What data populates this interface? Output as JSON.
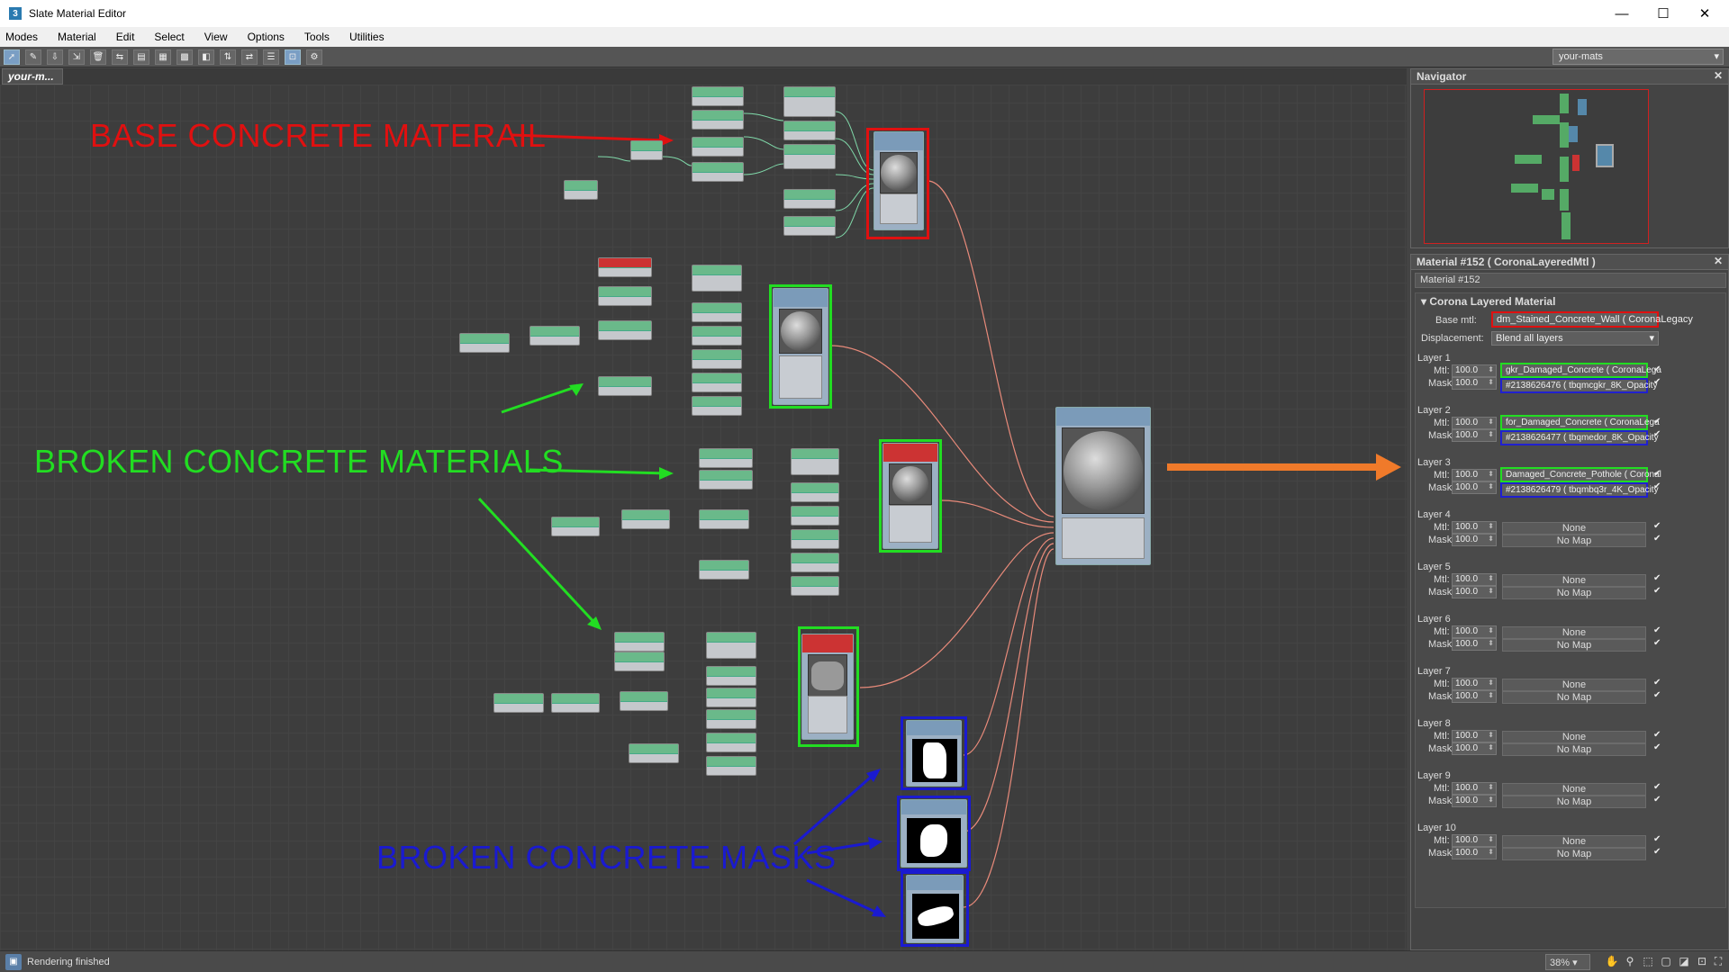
{
  "window": {
    "title": "Slate Material Editor",
    "minimize": "—",
    "maximize": "☐",
    "close": "✕"
  },
  "menu": [
    "Modes",
    "Material",
    "Edit",
    "Select",
    "View",
    "Options",
    "Tools",
    "Utilities"
  ],
  "toolbar": {
    "view_selector": "your-mats"
  },
  "tab": {
    "label": "your-m..."
  },
  "annotations": {
    "base": "BASE CONCRETE MATERAIL",
    "broken_materials": "BROKEN CONCRETE MATERIALS",
    "broken_masks": "BROKEN CONCRETE MASKS"
  },
  "colors": {
    "red": "#e01010",
    "green": "#22dd22",
    "blue": "#1a1ad0",
    "orange": "#f07a2a"
  },
  "navigator": {
    "title": "Navigator"
  },
  "properties": {
    "title": "Material #152  ( CoronaLayeredMtl )",
    "material_name": "Material #152",
    "rollout": "Corona Layered Material",
    "base_label": "Base mtl:",
    "base_value": "dm_Stained_Concrete_Wall  ( CoronaLegacy",
    "displacement_label": "Displacement:",
    "displacement_value": "Blend all layers",
    "mtl_label": "Mtl:",
    "mask_label": "Mask:",
    "layers": [
      {
        "label": "Layer 1",
        "mtl_amount": "100.0",
        "mask_amount": "100.0",
        "mtl": "gkr_Damaged_Concrete  ( CoronaLega",
        "mask": "#2138626476  ( tbqmcgkr_8K_Opacity",
        "highlight": true
      },
      {
        "label": "Layer 2",
        "mtl_amount": "100.0",
        "mask_amount": "100.0",
        "mtl": "for_Damaged_Concrete  ( CoronaLega",
        "mask": "#2138626477  ( tbqmedor_8K_Opacity",
        "highlight": true
      },
      {
        "label": "Layer 3",
        "mtl_amount": "100.0",
        "mask_amount": "100.0",
        "mtl": "Damaged_Concrete_Pothole  ( Coronal",
        "mask": "#2138626479  ( tbqmbq3r_4K_Opacity",
        "highlight": true
      },
      {
        "label": "Layer 4",
        "mtl_amount": "100.0",
        "mask_amount": "100.0",
        "mtl": "None",
        "mask": "No Map",
        "highlight": false
      },
      {
        "label": "Layer 5",
        "mtl_amount": "100.0",
        "mask_amount": "100.0",
        "mtl": "None",
        "mask": "No Map",
        "highlight": false
      },
      {
        "label": "Layer 6",
        "mtl_amount": "100.0",
        "mask_amount": "100.0",
        "mtl": "None",
        "mask": "No Map",
        "highlight": false
      },
      {
        "label": "Layer 7",
        "mtl_amount": "100.0",
        "mask_amount": "100.0",
        "mtl": "None",
        "mask": "No Map",
        "highlight": false
      },
      {
        "label": "Layer 8",
        "mtl_amount": "100.0",
        "mask_amount": "100.0",
        "mtl": "None",
        "mask": "No Map",
        "highlight": false
      },
      {
        "label": "Layer 9",
        "mtl_amount": "100.0",
        "mask_amount": "100.0",
        "mtl": "None",
        "mask": "No Map",
        "highlight": false
      },
      {
        "label": "Layer 10",
        "mtl_amount": "100.0",
        "mask_amount": "100.0",
        "mtl": "None",
        "mask": "No Map",
        "highlight": false
      }
    ]
  },
  "status": {
    "text": "Rendering finished",
    "zoom": "38%"
  }
}
